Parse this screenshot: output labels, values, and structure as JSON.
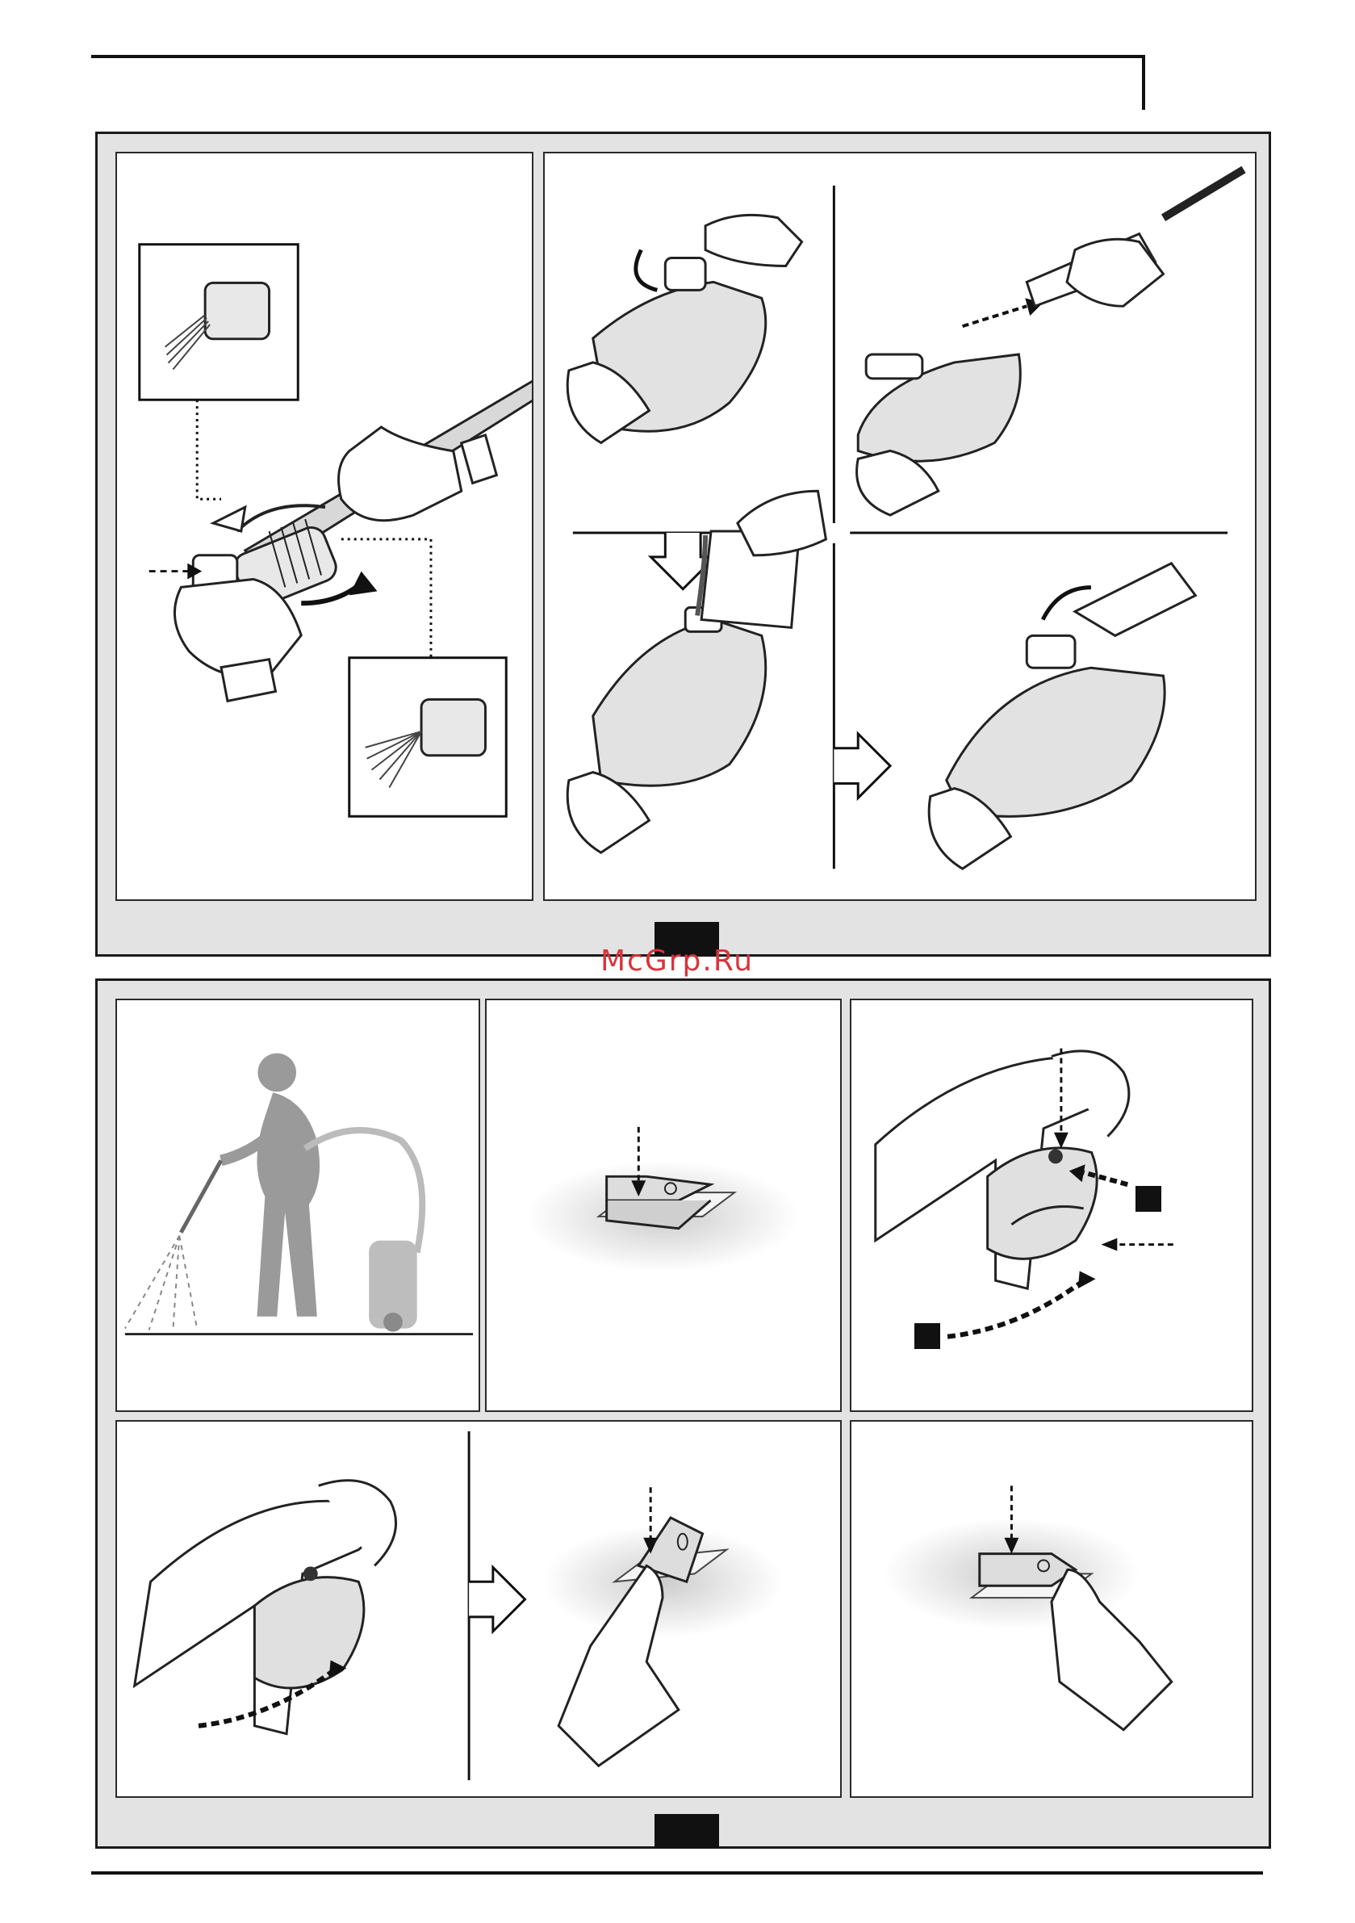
{
  "watermark": "McGrp.Ru",
  "figures": [
    {
      "id": "figure-top",
      "panels": 3
    },
    {
      "id": "figure-bottom",
      "panels": 5
    }
  ]
}
